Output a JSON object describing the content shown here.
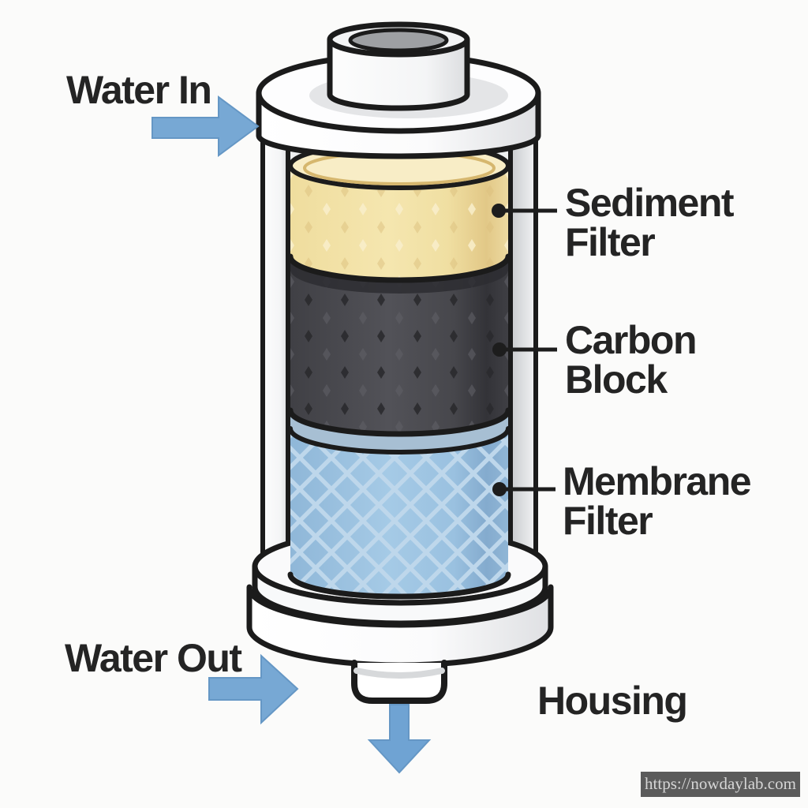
{
  "annotations": {
    "water_in": {
      "label": "Water In"
    },
    "water_out": {
      "label": "Water Out"
    },
    "housing": {
      "label": "Housing"
    },
    "sediment_filter": {
      "line1": "Sediment",
      "line2": "Filter"
    },
    "carbon_block": {
      "line1": "Carbon",
      "line2": "Block"
    },
    "membrane_filter": {
      "line1": "Membrane",
      "line2": "Filter"
    }
  },
  "watermark": {
    "text": "https://nowdaylab.com"
  },
  "colors": {
    "arrow_blue": "#77a8d4",
    "sediment_yellow": "#f3e2a4",
    "carbon_dark": "#47474b",
    "membrane_blue": "#9cc3e1",
    "housing_white": "#ffffff",
    "outline_black": "#1b1b1b",
    "watermark_bg": "#5b5b5b"
  },
  "diagram": {
    "type": "labeled-illustration",
    "subject": "water filter cartridge cutaway",
    "layers_top_to_bottom": [
      "Sediment Filter",
      "Carbon Block",
      "Membrane Filter"
    ],
    "flow": [
      "Water In",
      "Water Out"
    ]
  }
}
